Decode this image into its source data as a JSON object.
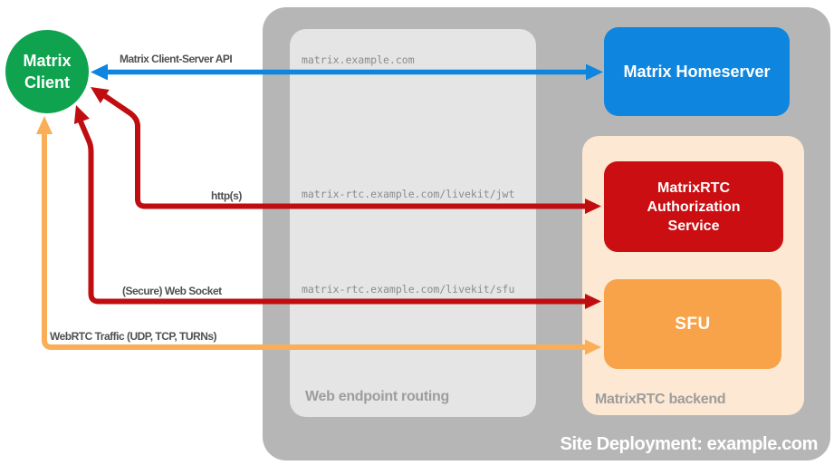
{
  "client": {
    "label": "Matrix Client",
    "color": "#0fa24f"
  },
  "site_deployment": {
    "label": "Site Deployment: example.com",
    "color": "#b6b6b6"
  },
  "web_endpoint_routing": {
    "label": "Web endpoint routing",
    "color": "#e5e5e5",
    "endpoints": [
      "matrix.example.com",
      "matrix-rtc.example.com/livekit/jwt",
      "matrix-rtc.example.com/livekit/sfu"
    ]
  },
  "homeserver": {
    "label": "Matrix Homeserver",
    "color": "#0e86e0"
  },
  "matrixrtc_backend": {
    "label": "MatrixRTC backend",
    "color": "#fce8d3",
    "authorization_service": {
      "label": "MatrixRTC Authorization Service",
      "color": "#cb0e12"
    },
    "sfu": {
      "label": "SFU",
      "color": "#f8a349"
    }
  },
  "connections": {
    "client_server_api": {
      "label": "Matrix Client-Server API",
      "color": "#0e86e0"
    },
    "http_s": {
      "label": "http(s)",
      "color": "#c00d10"
    },
    "web_socket": {
      "label": "(Secure) Web Socket",
      "color": "#c00d10"
    },
    "webrtc_traffic": {
      "label": "WebRTC Traffic (UDP, TCP, TURNs)",
      "color": "#f9ae57"
    }
  }
}
